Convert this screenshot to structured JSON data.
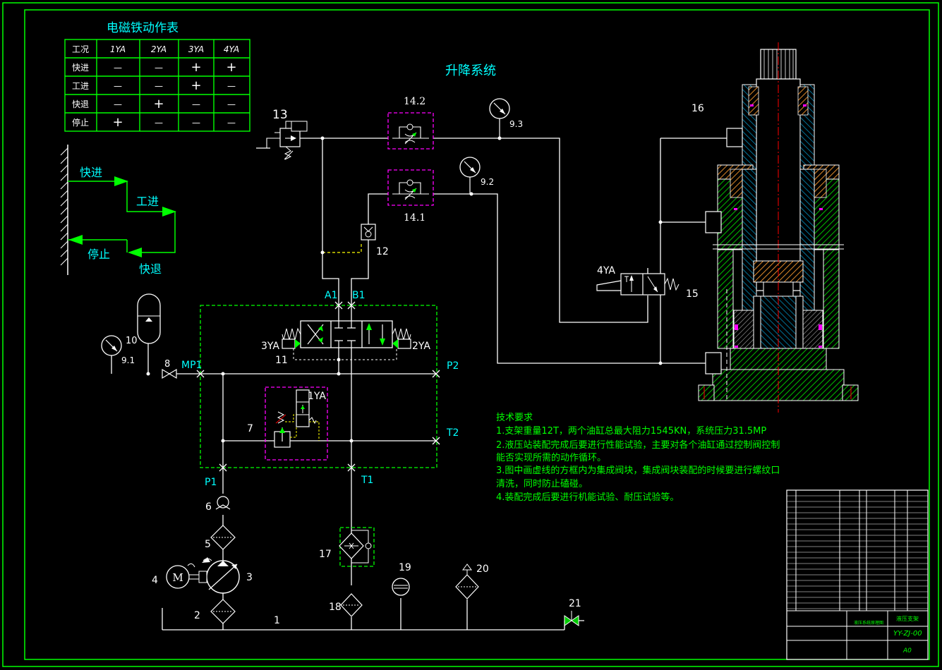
{
  "titles": {
    "table_title": "电磁铁动作表",
    "system_title": "升降系统"
  },
  "solenoid_table": {
    "headers": [
      "工况",
      "1YA",
      "2YA",
      "3YA",
      "4YA"
    ],
    "rows": [
      [
        "快进",
        "—",
        "—",
        "+",
        "+"
      ],
      [
        "工进",
        "—",
        "—",
        "+",
        "—"
      ],
      [
        "快退",
        "—",
        "+",
        "—",
        "—"
      ],
      [
        "停止",
        "+",
        "—",
        "—",
        "—"
      ]
    ]
  },
  "motion_cycle": {
    "fast_forward": "快进",
    "work_feed": "工进",
    "stop": "停止",
    "fast_return": "快退"
  },
  "labels": {
    "n1": "1",
    "n2": "2",
    "n3": "3",
    "n4": "4",
    "n5": "5",
    "n6": "6",
    "n7": "7",
    "n8": "8",
    "n10": "10",
    "n11": "11",
    "n12": "12",
    "n13": "13",
    "n15": "15",
    "n16": "16",
    "n17": "17",
    "n18": "18",
    "n19": "19",
    "n20": "20",
    "n21": "21",
    "n14_1": "14.1",
    "n14_2": "14.2",
    "g9_1": "9.1",
    "g9_2": "9.2",
    "g9_3": "9.3",
    "yv1": "1YA",
    "yv2": "2YA",
    "yv3": "3YA",
    "yv4": "4YA",
    "A1": "A1",
    "B1": "B1",
    "P1": "P1",
    "P2": "P2",
    "T1": "T1",
    "T2": "T2",
    "MP1": "MP1",
    "motor": "M"
  },
  "tech_requirements": {
    "title": "技术要求",
    "lines": [
      "1.支架重量12T，两个油缸总最大阻力1545KN，系统压力31.5MP",
      "2.液压站装配完成后要进行性能试验，主要对各个油缸通过控制阀控制",
      "能否实现所需的动作循环。",
      "3.图中画虚线的方框内为集成阀块，集成阀块装配的时候要进行螺纹口",
      "清洗，同时防止磕碰。",
      "4.装配完成后要进行机能试验、耐压试验等。"
    ]
  },
  "title_block": {
    "drawing_no": "YY-ZJ-00",
    "sheet": "A0",
    "name": "液压支架",
    "sub": "液压系统原理图"
  },
  "colors": {
    "background": "#000000",
    "frame": "#00ff00",
    "lines": "#ffffff",
    "labels": "#00ffff",
    "block": "#00ff00",
    "magenta": "#ff00ff",
    "yellow": "#ffff00",
    "cad_red": "#ff0000",
    "cad_orange": "#ff9933",
    "cad_cyan": "#00aaff"
  }
}
